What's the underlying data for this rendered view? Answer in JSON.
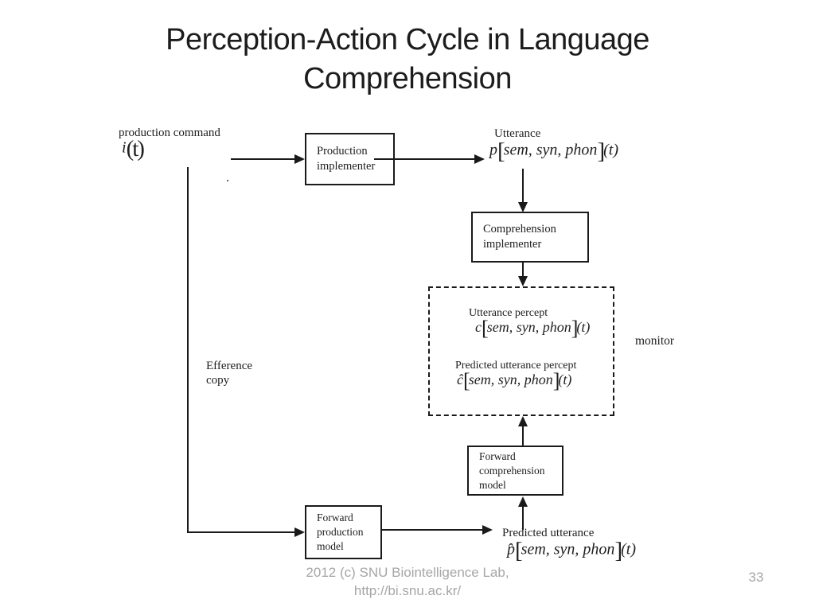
{
  "slide": {
    "title_line1": "Perception-Action Cycle in Language",
    "title_line2": "Comprehension",
    "footer_line1": "2012 (c) SNU Biointelligence Lab,",
    "footer_line2": "http://bi.snu.ac.kr/",
    "page_number": "33"
  },
  "colors": {
    "ink": "#1a1a1a",
    "footer_gray": "#a6a6a6",
    "background": "#ffffff"
  },
  "diagram": {
    "brackets": {
      "l": "[",
      "r": "]"
    },
    "stray_dot": ".",
    "production_command": {
      "label": "production command",
      "math_head": "i",
      "math_tail": "(t)"
    },
    "boxes": {
      "production_implementer": "Production\nimplementer",
      "comprehension_implementer": "Comprehension\nimplementer",
      "forward_comprehension_model": "Forward\ncomprehension\nmodel",
      "forward_production_model": "Forward\nproduction\nmodel"
    },
    "utterance": {
      "label": "Utterance",
      "math_head": "p",
      "math_body": "sem, syn, phon",
      "math_tail": "(t)"
    },
    "utterance_percept": {
      "label": "Utterance percept",
      "math_head": "c",
      "math_body": "sem, syn, phon",
      "math_tail": "(t)"
    },
    "predicted_utterance_percept": {
      "label": "Predicted utterance percept",
      "math_head": "ĉ",
      "math_body": "sem, syn, phon",
      "math_tail": "(t)"
    },
    "predicted_utterance": {
      "label": "Predicted utterance",
      "math_head": "p̂",
      "math_body": "sem, syn, phon",
      "math_tail": "(t)"
    },
    "efference_copy": "Efference\ncopy",
    "monitor": "monitor"
  }
}
